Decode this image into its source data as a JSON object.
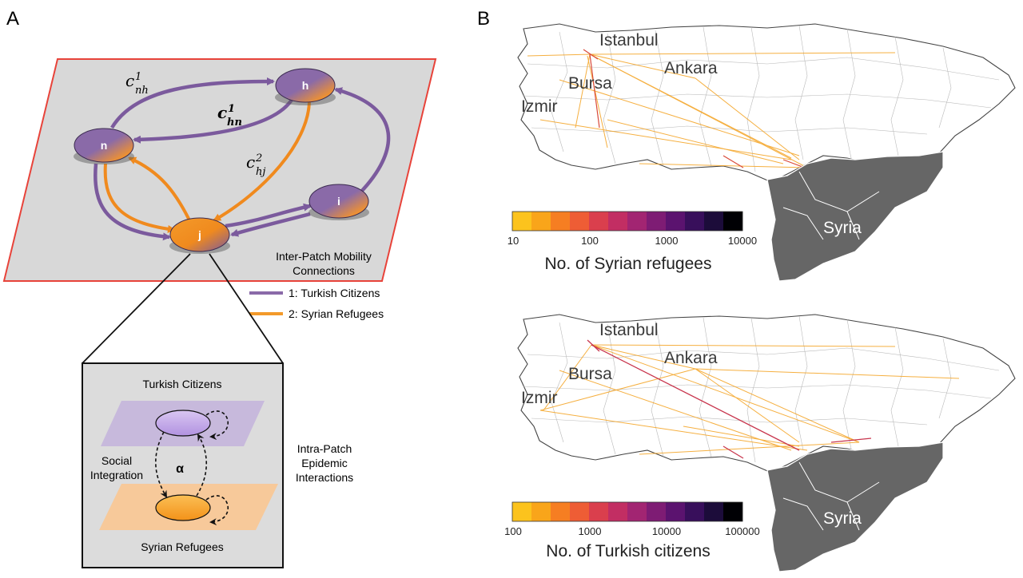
{
  "panels": {
    "a_label": "A",
    "b_label": "B"
  },
  "panel_a": {
    "nodes": [
      "n",
      "h",
      "i",
      "j"
    ],
    "coeffs": {
      "c_nh": {
        "base": "c",
        "sup": "1",
        "sub": "nh"
      },
      "c_hn": {
        "base": "c",
        "sup": "1",
        "sub": "hn"
      },
      "c_hj": {
        "base": "c",
        "sup": "2",
        "sub": "hj"
      }
    },
    "inter_patch_label_1": "Inter-Patch Mobility",
    "inter_patch_label_2": "Connections",
    "legend": [
      {
        "label": "1: Turkish Citizens",
        "color": "#8a6aa8"
      },
      {
        "label": "2: Syrian Refugees",
        "color": "#f39a2a"
      }
    ],
    "detail": {
      "top_label": "Turkish Citizens",
      "bottom_label": "Syrian Refugees",
      "left_label_1": "Social",
      "left_label_2": "Integration",
      "alpha": "α",
      "right_label_1": "Intra-Patch",
      "right_label_2": "Epidemic",
      "right_label_3": "Interactions"
    }
  },
  "panel_b": {
    "maps": [
      {
        "cities": [
          "Istanbul",
          "Ankara",
          "Bursa",
          "Izmir"
        ],
        "country_label": "Syria",
        "colorbar_ticks": [
          "10",
          "100",
          "1000",
          "10000"
        ],
        "colorbar_title": "No. of Syrian refugees"
      },
      {
        "cities": [
          "Istanbul",
          "Ankara",
          "Bursa",
          "Izmir"
        ],
        "country_label": "Syria",
        "colorbar_ticks": [
          "100",
          "1000",
          "10000",
          "100000"
        ],
        "colorbar_title": "No. of Turkish citizens"
      }
    ],
    "colorbar_colors": [
      "#fcc31d",
      "#f9a51a",
      "#f67e22",
      "#ee5d35",
      "#da3f4d",
      "#c22e63",
      "#a22572",
      "#7e1c74",
      "#5b136f",
      "#380f5b",
      "#1c0c3a",
      "#000004"
    ]
  },
  "colors": {
    "turkish": "#8a6aa8",
    "syrian": "#f39a2a",
    "plane_border": "#e8433a",
    "plane_fill": "#d9d9d9",
    "syria_fill": "#666666"
  }
}
